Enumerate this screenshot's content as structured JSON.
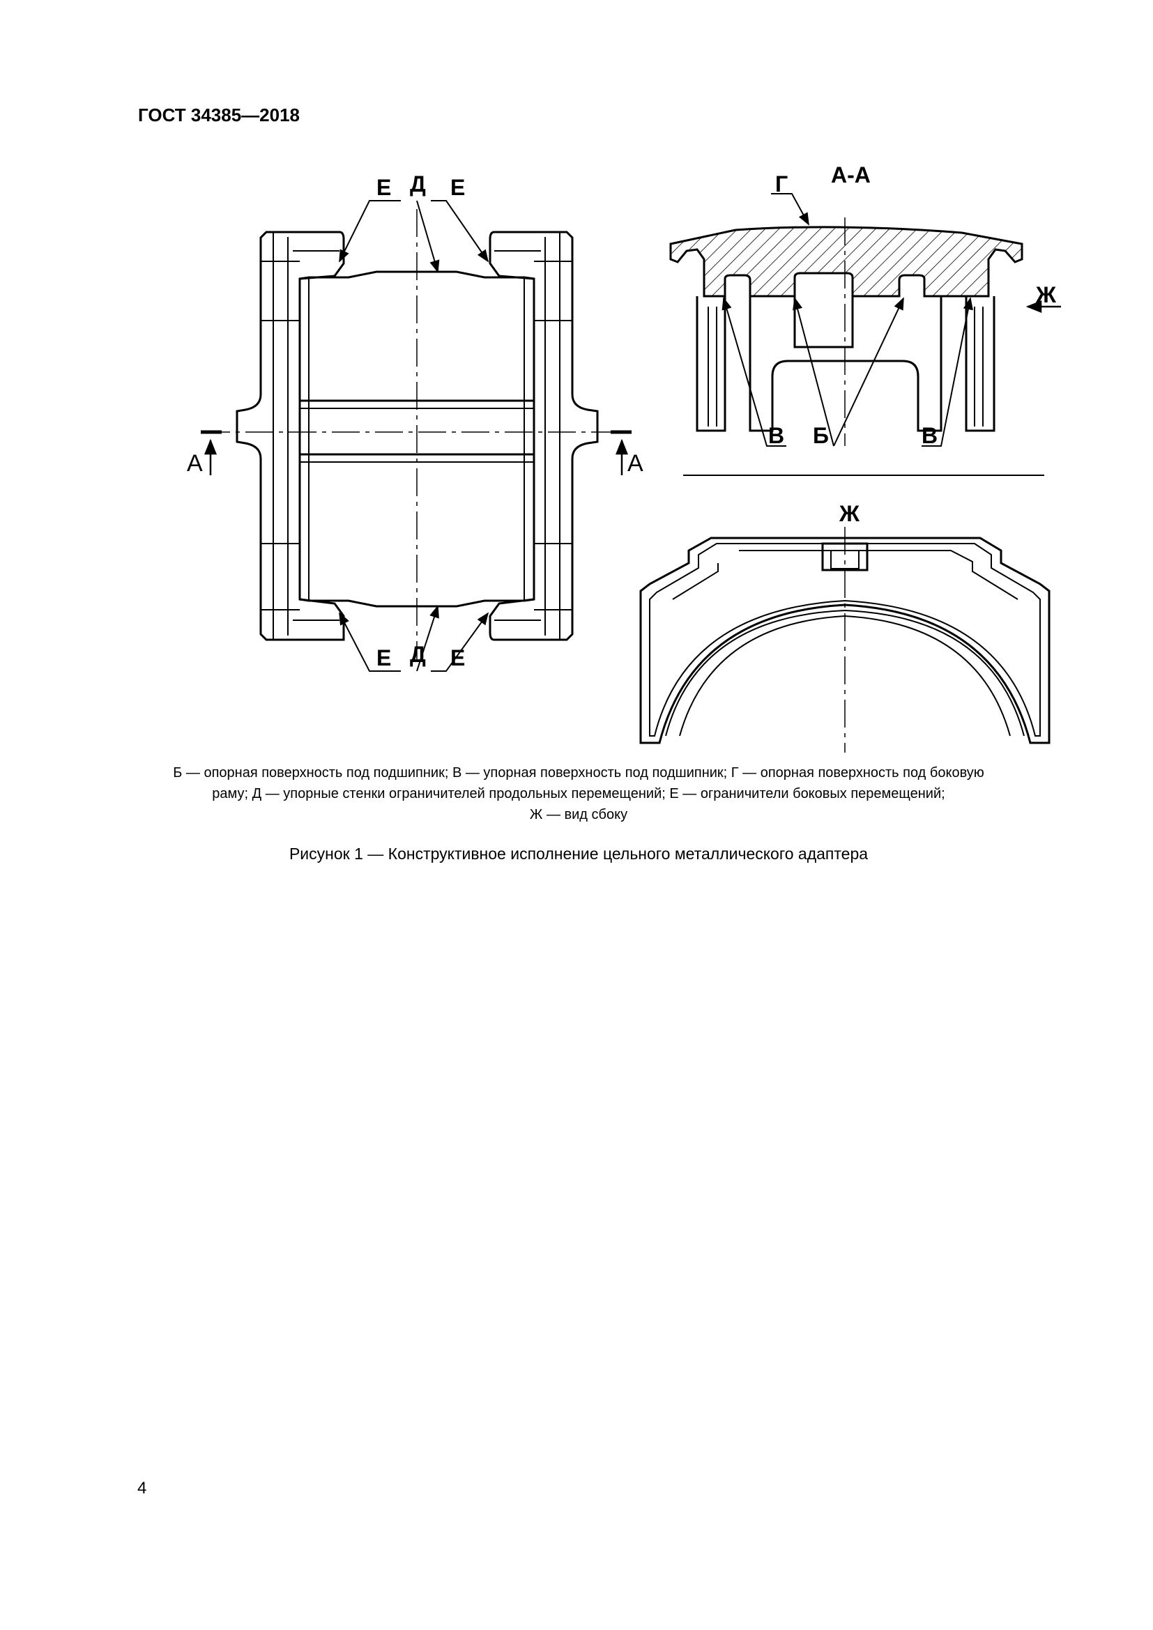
{
  "header": {
    "doc_code": "ГОСТ 34385—2018"
  },
  "figure": {
    "labels": {
      "E": "Е",
      "D": "Д",
      "A": "А",
      "section": "А-А",
      "G": "Г",
      "V": "В",
      "B": "Б",
      "Zh": "Ж"
    },
    "legend": [
      "Б — опорная поверхность под подшипник; В — упорная поверхность под подшипник; Г — опорная поверхность под боковую",
      "раму; Д — упорные стенки ограничителей продольных перемещений; Е — ограничители боковых перемещений;",
      "Ж — вид сбоку"
    ],
    "title": "Рисунок 1 — Конструктивное исполнение цельного металлического адаптера"
  },
  "page": {
    "number": "4"
  }
}
